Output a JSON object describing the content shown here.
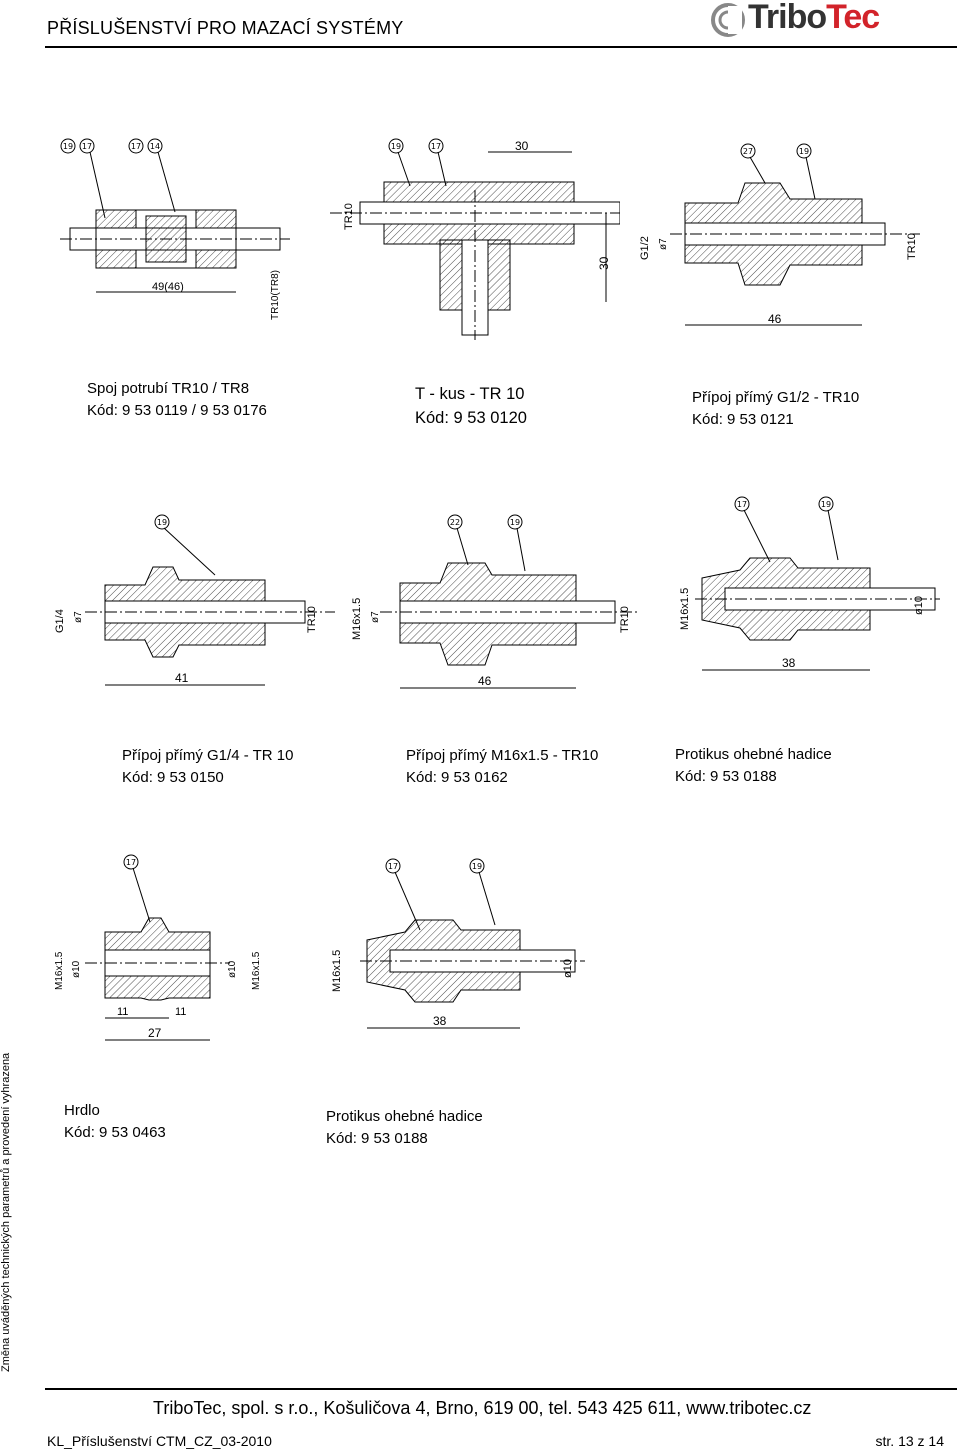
{
  "header": {
    "title": "PŘÍSLUŠENSTVÍ PRO MAZACÍ SYSTÉMY",
    "logo_text_a": "Tribo",
    "logo_text_b": "Tec"
  },
  "side_note": "Změna uváděných technických parametrů a provedení vyhrazena",
  "items": [
    {
      "name": "Spoj potrubí TR10 / TR8",
      "code": "Kód: 9 53 0119 / 9 53 0176",
      "balloons": [
        "19",
        "17",
        "17",
        "14"
      ],
      "dims": [
        "49(46)",
        "TR10(TR8)"
      ]
    },
    {
      "name": "T - kus - TR 10",
      "code": "Kód: 9 53 0120",
      "balloons": [
        "19",
        "17"
      ],
      "dims": [
        "30",
        "30",
        "TR10"
      ]
    },
    {
      "name": "Přípoj přímý G1/2 - TR10",
      "code": "Kód: 9 53 0121",
      "balloons": [
        "27",
        "19"
      ],
      "dims": [
        "G1/2",
        "ø7",
        "TR10",
        "46"
      ]
    },
    {
      "name": "Přípoj přímý G1/4 - TR 10",
      "code": "Kód: 9 53 0150",
      "balloons": [
        "19"
      ],
      "dims": [
        "G1/4",
        "ø7",
        "TR10",
        "41"
      ]
    },
    {
      "name": "Přípoj přímý M16x1.5 - TR10",
      "code": "Kód: 9 53 0162",
      "balloons": [
        "22",
        "19"
      ],
      "dims": [
        "M16x1.5",
        "ø7",
        "TR10",
        "46"
      ]
    },
    {
      "name": "Protikus ohebné hadice",
      "code": "Kód: 9 53 0188",
      "balloons": [
        "17",
        "19"
      ],
      "dims": [
        "M16x1.5",
        "ø10",
        "38"
      ]
    },
    {
      "name": "Hrdlo",
      "code": "Kód: 9 53 0463",
      "balloons": [
        "17"
      ],
      "dims": [
        "M16x1.5",
        "ø10",
        "ø10",
        "M16x1.5",
        "11",
        "11",
        "27"
      ]
    },
    {
      "name": "Protikus ohebné hadice",
      "code": "Kód: 9 53 0188",
      "balloons": [
        "17",
        "19"
      ],
      "dims": [
        "M16x1.5",
        "ø10",
        "38"
      ]
    }
  ],
  "footer": {
    "company": "TriboTec, spol. s r.o., Košuličova 4, Brno, 619 00, tel. 543 425 611, www.tribotec.cz",
    "doc_id": "KL_Příslušenství CTM_CZ_03-2010",
    "page": "str. 13 z 14"
  }
}
